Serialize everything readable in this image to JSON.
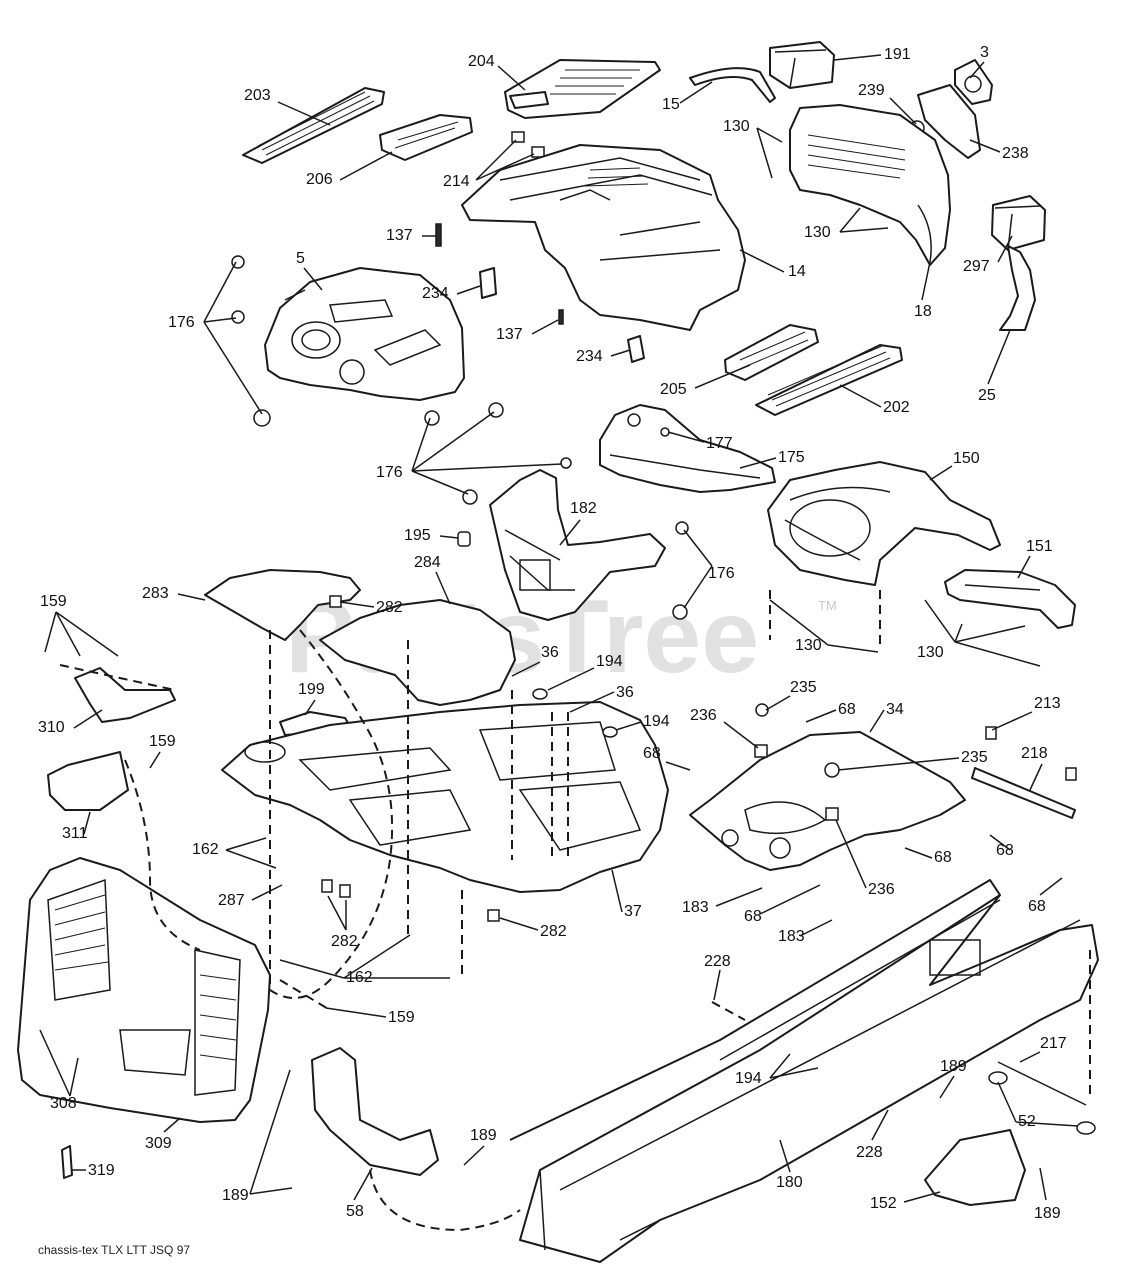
{
  "watermark": "PartsTree",
  "watermark_tm": "TM",
  "footer_code": "chassis-tex TLX LTT JSQ 97",
  "callouts": [
    "203",
    "204",
    "191",
    "3",
    "206",
    "214",
    "15",
    "130",
    "239",
    "238",
    "137",
    "5",
    "176",
    "234",
    "14",
    "130",
    "297",
    "137",
    "234",
    "205",
    "18",
    "202",
    "25",
    "176",
    "177",
    "175",
    "150",
    "195",
    "182",
    "176",
    "151",
    "159",
    "283",
    "284",
    "282",
    "36",
    "194",
    "130",
    "130",
    "310",
    "199",
    "36",
    "194",
    "235",
    "236",
    "68",
    "34",
    "213",
    "159",
    "68",
    "235",
    "218",
    "311",
    "162",
    "287",
    "282",
    "37",
    "183",
    "68",
    "236",
    "68",
    "183",
    "68",
    "68",
    "282",
    "228",
    "162",
    "159",
    "194",
    "217",
    "189",
    "308",
    "52",
    "309",
    "189",
    "228",
    "319",
    "189",
    "58",
    "180",
    "152",
    "189"
  ]
}
